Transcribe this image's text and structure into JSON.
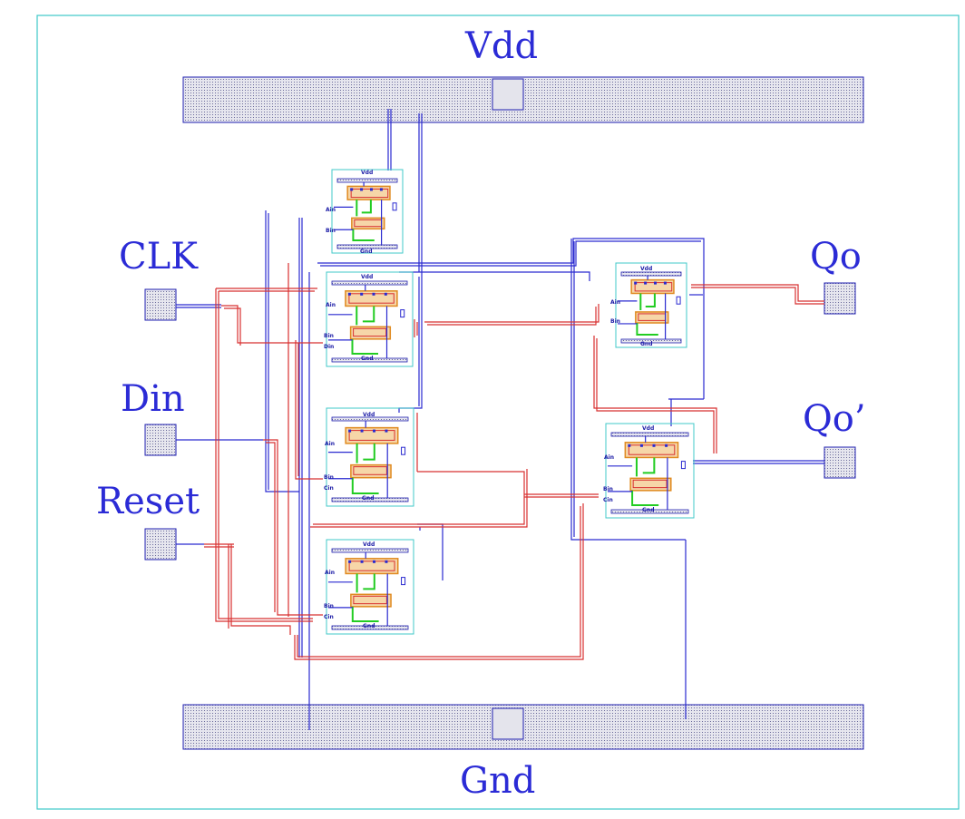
{
  "labels": {
    "vdd": "Vdd",
    "gnd": "Gnd",
    "clk": "CLK",
    "din": "Din",
    "reset": "Reset",
    "qo": "Qo",
    "qo_bar": "Qo’"
  },
  "cell_labels": {
    "vdd": "Vdd",
    "gnd": "Gnd",
    "ain": "Ain",
    "bin": "Bin",
    "cin": "Cin",
    "din": "Din"
  },
  "colors": {
    "border": "#3cc8c8",
    "rail_fill": "#d9d9e6",
    "rail_stroke": "#2020b0",
    "metal_blue": "#2a2ad0",
    "poly_red": "#d83030",
    "diff_orange": "#e08a20",
    "green": "#22cc22",
    "cell_box": "#40c8c8",
    "text": "#2b2bd6"
  }
}
